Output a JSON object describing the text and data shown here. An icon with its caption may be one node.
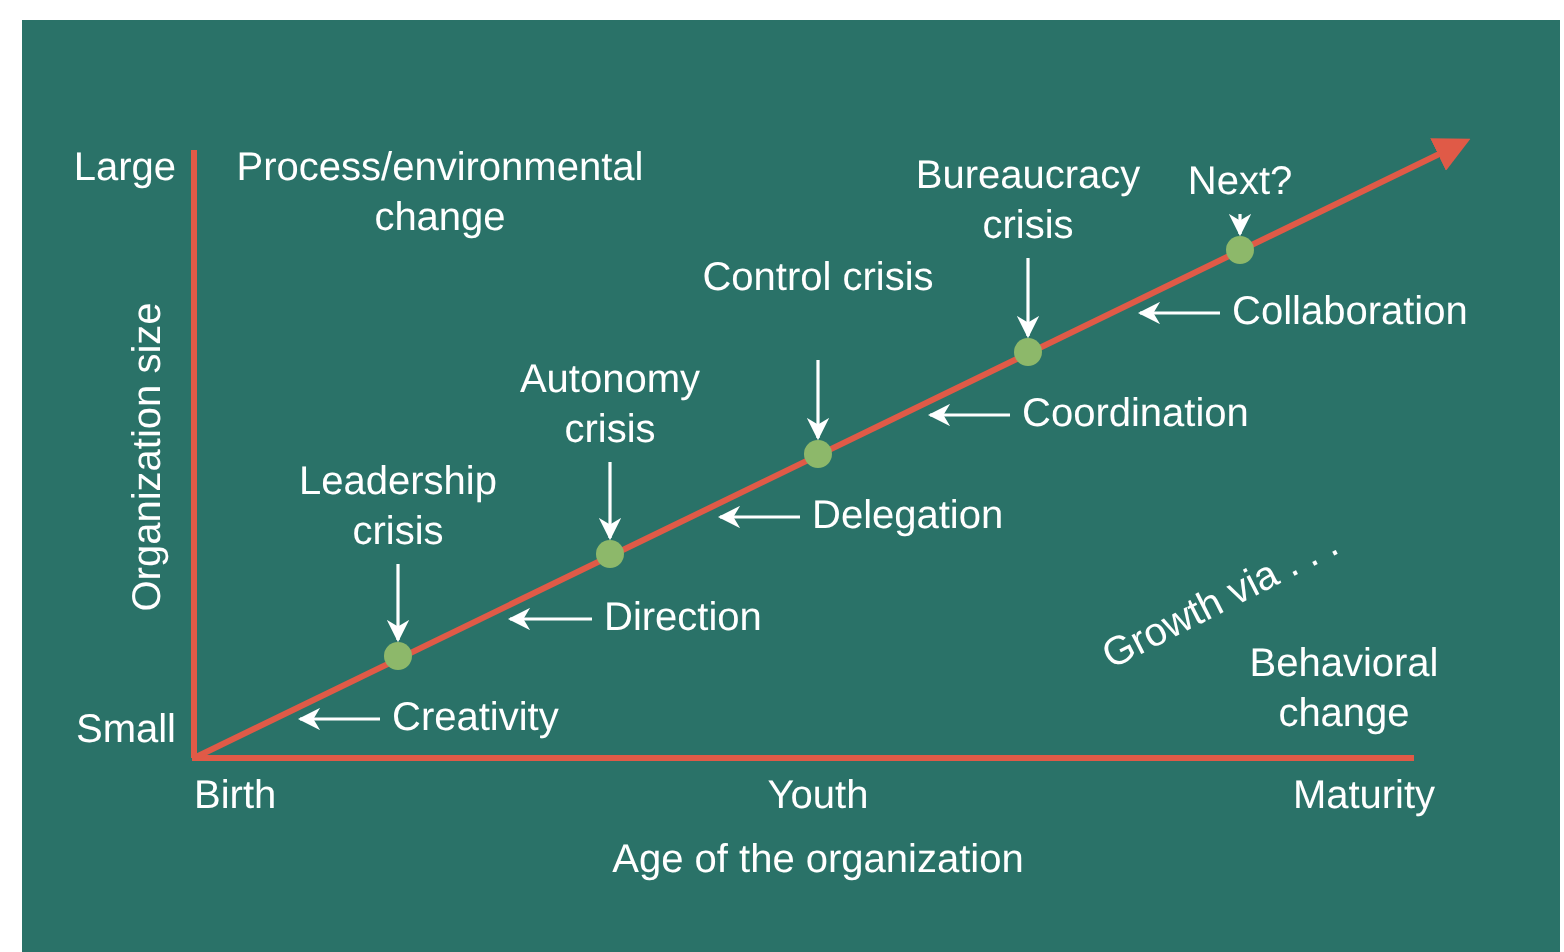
{
  "diagram": {
    "nodes": [
      {
        "text": [
          "Leadership crisis"
        ]
      },
      {
        "text": [],
        "shape": "circle"
      },
      {
        "text": [
          "Autonomy crisis"
        ]
      },
      {
        "text": [],
        "shape": "circle"
      },
      {
        "text": [
          "Control crisis"
        ]
      },
      {
        "text": [],
        "shape": "circle"
      },
      {
        "text": [
          "Bureaucracy crisis"
        ]
      },
      {
        "text": [],
        "shape": "circle"
      },
      {
        "text": [
          "Next?"
        ]
      },
      {
        "text": [],
        "shape": "circle"
      },
      {
        "text": [
          "Creativity"
        ]
      },
      {
        "text": [
          "Direction"
        ]
      },
      {
        "text": [
          "Delegation"
        ]
      },
      {
        "text": [
          "Coordination"
        ]
      },
      {
        "text": [
          "Collaboration"
        ]
      }
    ],
    "edges": [
      {
        "from": 0,
        "to": 1,
        "arrow": "to"
      },
      {
        "from": 2,
        "to": 3,
        "arrow": "to"
      },
      {
        "from": 4,
        "to": 5,
        "arrow": "to"
      },
      {
        "from": 6,
        "to": 7,
        "arrow": "to"
      },
      {
        "from": 8,
        "to": 9,
        "arrow": "to"
      },
      {
        "from": 10,
        "to": null,
        "arrow": "to"
      },
      {
        "from": 11,
        "to": null,
        "arrow": "to"
      },
      {
        "from": 12,
        "to": null,
        "arrow": "to"
      },
      {
        "from": 13,
        "to": null,
        "arrow": "to"
      },
      {
        "from": 14,
        "to": null,
        "arrow": "to"
      }
    ],
    "labels": [
      "Large",
      "Process/environmental change",
      "Organization size",
      "Growth via . . .",
      "Behavioral change",
      "Small",
      "Birth",
      "Youth",
      "Maturity",
      "Age of the organization"
    ]
  }
}
